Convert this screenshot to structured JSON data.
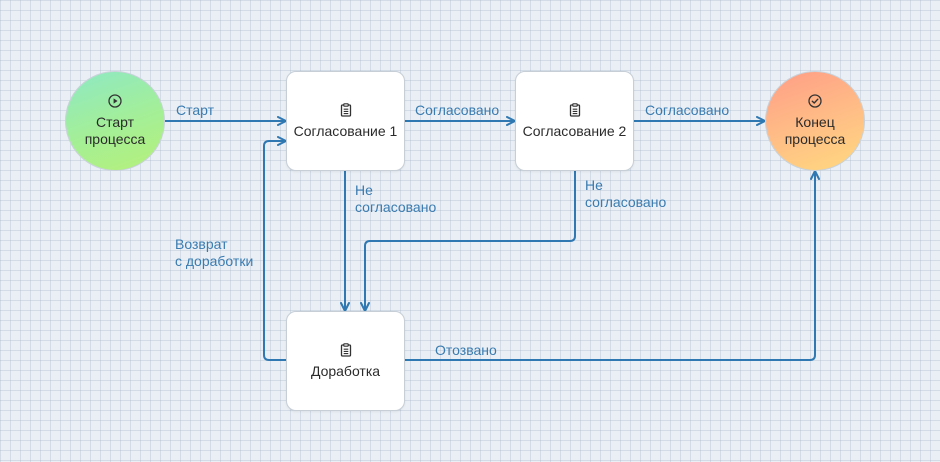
{
  "colors": {
    "edge": "#2f78b1",
    "label": "#3a7bb0",
    "start_fill": "#a4ef96",
    "end_fill": "#ffbf86",
    "task_fill": "#ffffff"
  },
  "nodes": {
    "start": {
      "text": "Старт процесса",
      "icon": "play-circle-icon"
    },
    "approval1": {
      "text": "Согласование 1",
      "icon": "clipboard-icon"
    },
    "approval2": {
      "text": "Согласование 2",
      "icon": "clipboard-icon"
    },
    "rework": {
      "text": "Доработка",
      "icon": "clipboard-icon"
    },
    "end": {
      "text": "Конец процесса",
      "icon": "check-circle-icon"
    }
  },
  "edges": {
    "start_to_approval1": "Старт",
    "approval1_to_approval2": "Согласовано",
    "approval2_to_end": "Согласовано",
    "approval1_to_rework_line1": "Не",
    "approval1_to_rework_line2": "согласовано",
    "approval2_to_rework_line1": "Не",
    "approval2_to_rework_line2": "согласовано",
    "rework_to_approval1_line1": "Возврат",
    "rework_to_approval1_line2": "с доработки",
    "rework_to_end": "Отозвано"
  }
}
